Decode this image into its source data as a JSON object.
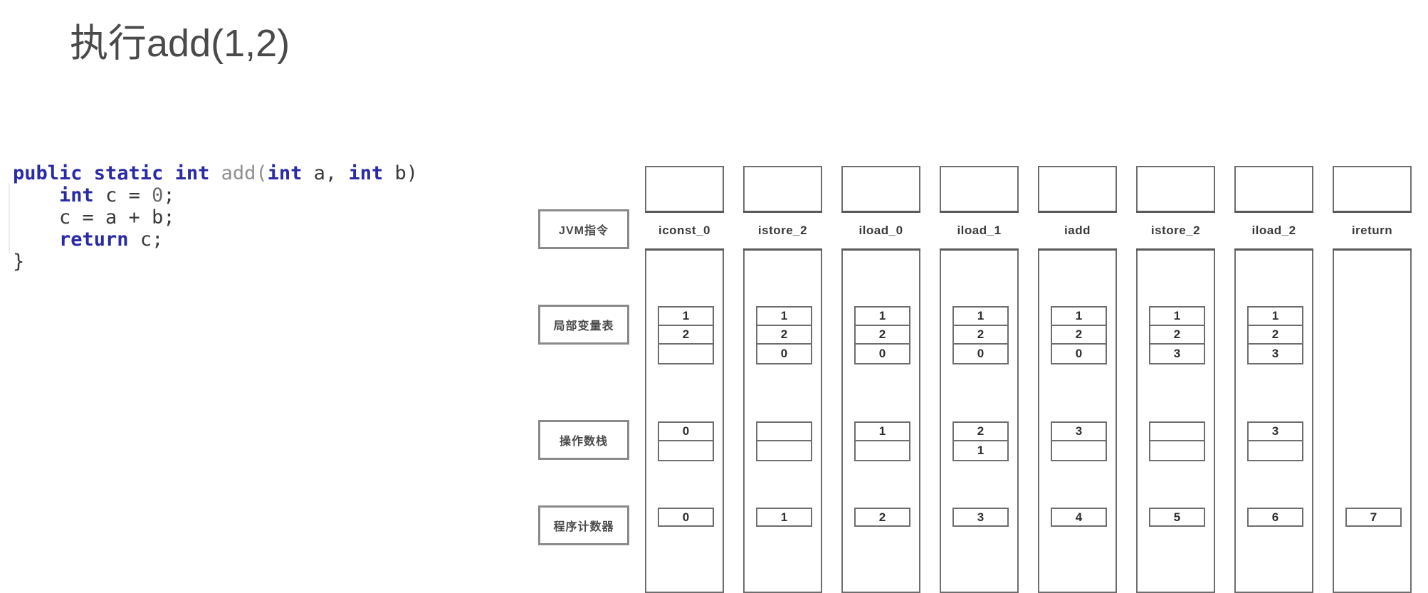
{
  "slide": {
    "title": "执行add(1,2)"
  },
  "code": {
    "language": "java",
    "lines": [
      [
        {
          "t": "public static int ",
          "c": "kw"
        },
        {
          "t": "add(",
          "c": "fn"
        },
        {
          "t": "int",
          "c": "kw"
        },
        {
          "t": " a, ",
          "c": "plain"
        },
        {
          "t": "int",
          "c": "kw"
        },
        {
          "t": " b)",
          "c": "plain"
        }
      ],
      [
        {
          "t": "    ",
          "c": "plain"
        },
        {
          "t": "int",
          "c": "kw"
        },
        {
          "t": " c = ",
          "c": "plain"
        },
        {
          "t": "0",
          "c": "num"
        },
        {
          "t": ";",
          "c": "plain"
        }
      ],
      [
        {
          "t": "    c = a + b;",
          "c": "plain"
        }
      ],
      [
        {
          "t": "    ",
          "c": "plain"
        },
        {
          "t": "return",
          "c": "kw"
        },
        {
          "t": " c;",
          "c": "plain"
        }
      ],
      [
        {
          "t": "}",
          "c": "plain"
        }
      ]
    ]
  },
  "diagram": {
    "row_labels": {
      "instruction": "JVM指令",
      "locals": "局部变量表",
      "stack": "操作数栈",
      "pc": "程序计数器"
    },
    "columns": [
      {
        "instruction": "iconst_0",
        "locals": [
          "1",
          "2",
          ""
        ],
        "stack": [
          "0",
          ""
        ],
        "pc": "0"
      },
      {
        "instruction": "istore_2",
        "locals": [
          "1",
          "2",
          "0"
        ],
        "stack": [
          "",
          ""
        ],
        "pc": "1"
      },
      {
        "instruction": "iload_0",
        "locals": [
          "1",
          "2",
          "0"
        ],
        "stack": [
          "1",
          ""
        ],
        "pc": "2"
      },
      {
        "instruction": "iload_1",
        "locals": [
          "1",
          "2",
          "0"
        ],
        "stack": [
          "2",
          "1"
        ],
        "pc": "3"
      },
      {
        "instruction": "iadd",
        "locals": [
          "1",
          "2",
          "0"
        ],
        "stack": [
          "3",
          ""
        ],
        "pc": "4"
      },
      {
        "instruction": "istore_2",
        "locals": [
          "1",
          "2",
          "3"
        ],
        "stack": [
          "",
          ""
        ],
        "pc": "5"
      },
      {
        "instruction": "iload_2",
        "locals": [
          "1",
          "2",
          "3"
        ],
        "stack": [
          "3",
          ""
        ],
        "pc": "6"
      },
      {
        "instruction": "ireturn",
        "locals": [],
        "stack": [],
        "pc": "7"
      }
    ]
  },
  "colors": {
    "background": "#ffffff",
    "title_text": "#4a4a4a",
    "code_keyword": "#2a2aa5",
    "code_method": "#8f8f8f",
    "code_plain": "#3a3a3a",
    "box_border": "#6e6e6e",
    "label_border": "#8a8a8a"
  }
}
